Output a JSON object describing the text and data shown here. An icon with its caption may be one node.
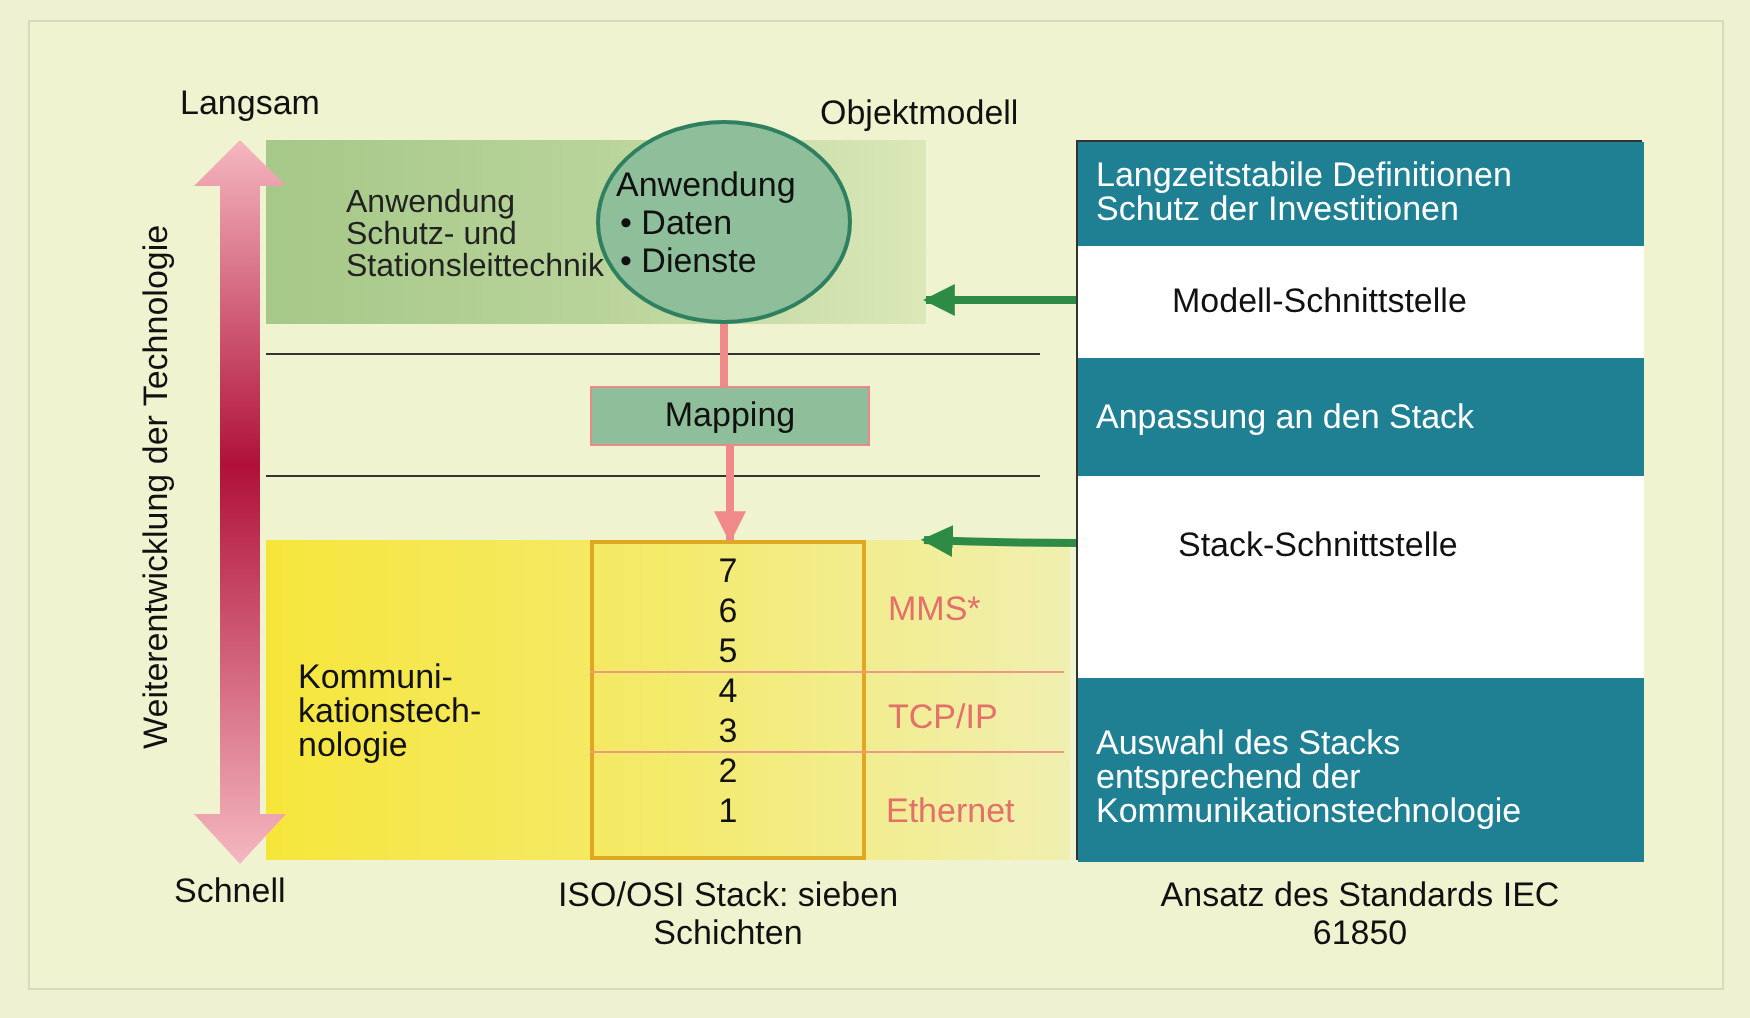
{
  "diagram": {
    "nodes": [
      {
        "text": [
          "Anwendung Schutz- und Stationsleittechnik"
        ]
      },
      {
        "text": [
          "Anwendung",
          "• Daten",
          "• Dienste"
        ]
      },
      {
        "text": [
          "Mapping"
        ]
      },
      {
        "text": [
          "Kommuni- kationstech- nologie"
        ]
      },
      {
        "text": [
          "7",
          "6",
          "5",
          "4",
          "3",
          "2",
          "1"
        ],
        "in": 3
      },
      {
        "text": [],
        "shape": "box"
      },
      {
        "text": [
          "Langzeitstabile Definitionen Schutz der Investitionen"
        ],
        "in": 5
      },
      {
        "text": [
          "Modell-Schnittstelle"
        ],
        "in": 5
      },
      {
        "text": [
          "Anpassung an den Stack"
        ],
        "in": 5
      },
      {
        "text": [
          "Stack-Schnittstelle"
        ],
        "in": 5
      },
      {
        "text": [
          "Auswahl des Stacks entsprechend der Kommunikationstechnologie"
        ],
        "in": 5
      }
    ],
    "edges": [
      {
        "from": 1,
        "to": 2,
        "arrow": "none",
        "color": "#f08a8a"
      },
      {
        "from": 2,
        "to": 4,
        "arrow": "to",
        "color": "#f08a8a"
      },
      {
        "from": 7,
        "to": 0,
        "arrow": "to",
        "color": "#2e8b45"
      },
      {
        "from": 9,
        "to": 3,
        "arrow": "to",
        "color": "#2e8b45"
      }
    ],
    "labels": [
      "Langsam",
      "Objektmodell",
      "Weiterentwicklung der Technologie",
      "MMS*",
      "TCP/IP",
      "Ethernet",
      "Schnell",
      "ISO/OSI Stack: sieben Schichten",
      "Ansatz des Standards IEC 61850"
    ]
  }
}
